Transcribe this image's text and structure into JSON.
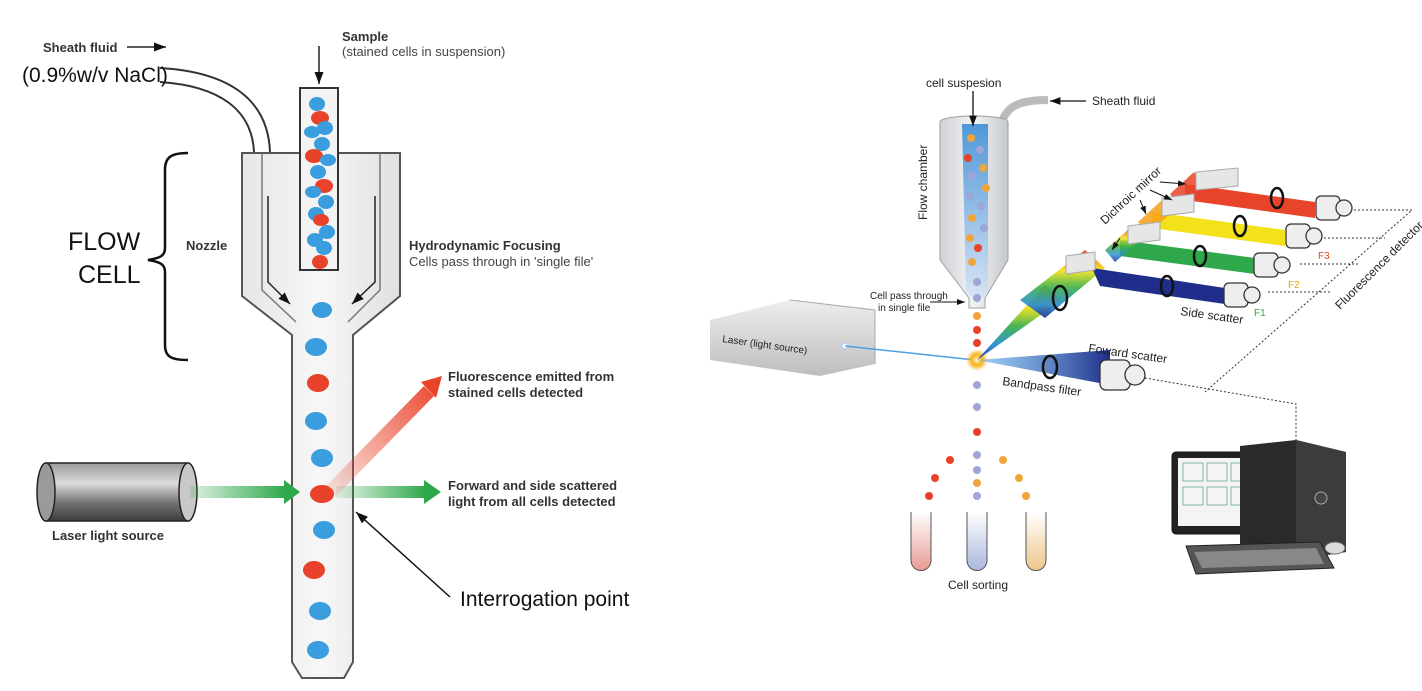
{
  "left": {
    "sheath_fluid": "Sheath fluid",
    "nacl": "(0.9%w/v NaCl)",
    "sample": "Sample",
    "sample_sub": "(stained cells in suspension)",
    "flow_cell_1": "FLOW",
    "flow_cell_2": "CELL",
    "nozzle": "Nozzle",
    "hydro_title": "Hydrodynamic Focusing",
    "hydro_sub": "Cells pass through in 'single file'",
    "fluor_1": "Fluorescence emitted from",
    "fluor_2": "stained cells detected",
    "scatter_1": "Forward and side scattered",
    "scatter_2": "light from all cells detected",
    "laser": "Laser light source",
    "interrogation": "Interrogation point"
  },
  "right": {
    "cell_suspension": "cell suspesion",
    "sheath_fluid": "Sheath fluid",
    "flow_chamber": "Flow chamber",
    "dichroic_mirror": "Dichroic mirror",
    "fluorescence_detector": "Fluorescence detector",
    "cell_pass_1": "Cell pass through",
    "cell_pass_2": "in single file",
    "laser": "Laser (light source)",
    "side_scatter": "Side scatter",
    "forward_scatter": "Foward scatter",
    "bandpass_filter": "Bandpass filter",
    "cell_sorting": "Cell sorting",
    "f1": "F1",
    "f2": "F2",
    "f3": "F3"
  },
  "colors": {
    "cell_blue": "#3a9ede",
    "cell_red": "#e8432a",
    "green_beam": "#2ea84a",
    "red_beam": "#e8442a",
    "yellow_beam": "#f3e21a",
    "blue_beam": "#1e2e8a"
  }
}
